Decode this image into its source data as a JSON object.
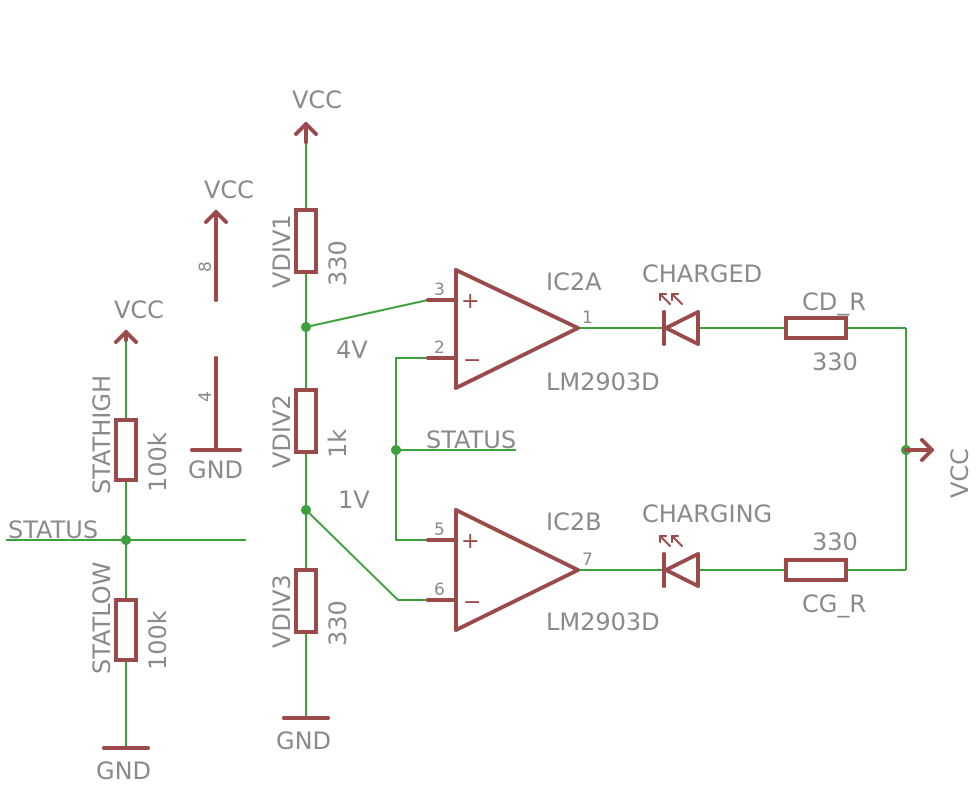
{
  "colors": {
    "symbol": "#9a4a4a",
    "wire": "#3ca13c",
    "label": "#8a8a8a",
    "background": "#ffffff"
  },
  "labels": {
    "vcc_top": "VCC",
    "vcc_left": "VCC",
    "vcc_stat": "VCC",
    "vcc_right": "VCC",
    "gnd_left": "GND",
    "gnd_power": "GND",
    "gnd_div": "GND",
    "status_net": "STATUS",
    "status_left": "STATUS",
    "node_4v": "4V",
    "node_1v": "1V",
    "pin_8": "8",
    "pin_4": "4"
  },
  "resistors": {
    "vdiv1": {
      "name": "VDIV1",
      "value": "330"
    },
    "vdiv2": {
      "name": "VDIV2",
      "value": "1k"
    },
    "vdiv3": {
      "name": "VDIV3",
      "value": "330"
    },
    "stathigh": {
      "name": "STATHIGH",
      "value": "100k"
    },
    "statlow": {
      "name": "STATLOW",
      "value": "100k"
    },
    "cd_r": {
      "name": "CD_R",
      "value": "330"
    },
    "cg_r": {
      "name": "CG_R",
      "value": "330"
    }
  },
  "comparators": {
    "ic2a": {
      "name": "IC2A",
      "part": "LM2903D",
      "pin_plus": "3",
      "pin_minus": "2",
      "pin_out": "1",
      "plus_sign": "+",
      "minus_sign": "−"
    },
    "ic2b": {
      "name": "IC2B",
      "part": "LM2903D",
      "pin_plus": "5",
      "pin_minus": "6",
      "pin_out": "7",
      "plus_sign": "+",
      "minus_sign": "−"
    }
  },
  "leds": {
    "charged": {
      "name": "CHARGED"
    },
    "charging": {
      "name": "CHARGING"
    }
  }
}
